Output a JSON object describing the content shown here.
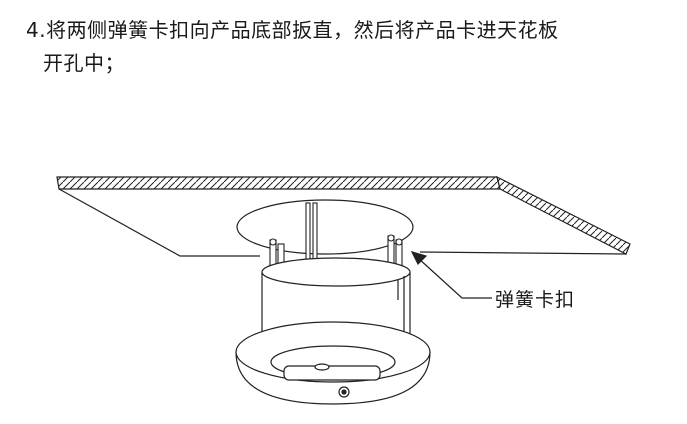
{
  "instruction": {
    "line1": "4.将两侧弹簧卡扣向产品底部扳直，然后将产品卡进天花板",
    "line2": "开孔中；"
  },
  "figure": {
    "callout_label": "弹簧卡扣"
  }
}
